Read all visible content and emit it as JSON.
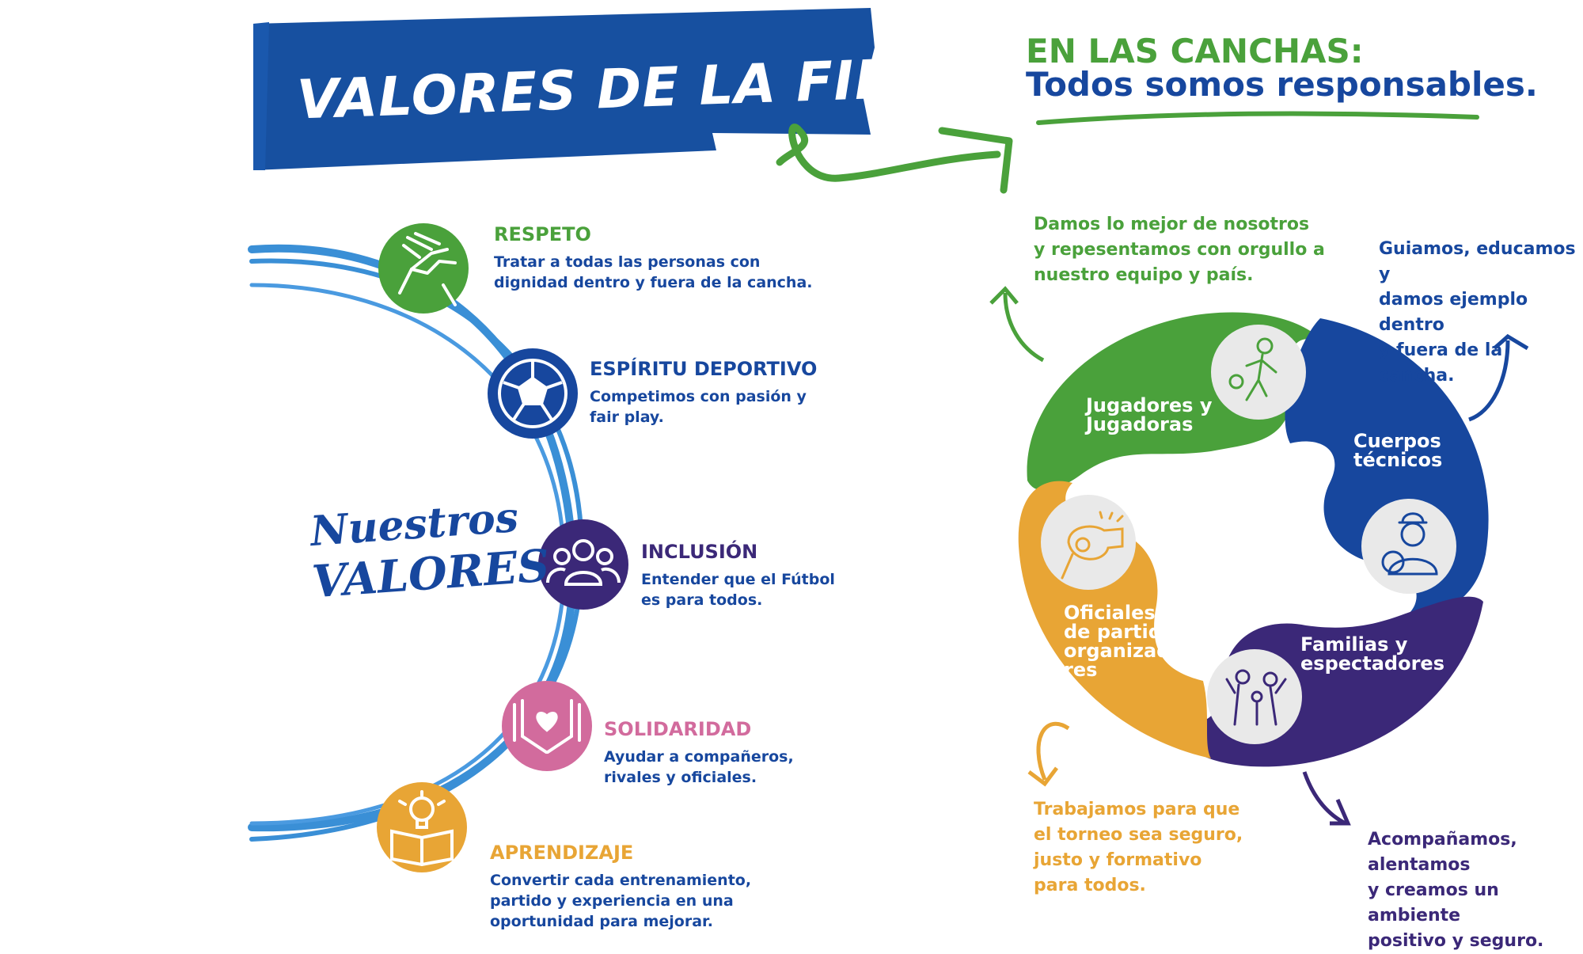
{
  "banner": {
    "title": "VALORES DE LA FIESTA"
  },
  "heading": {
    "line1": "EN LAS CANCHAS:",
    "line2": "Todos somos responsables."
  },
  "nuestros": {
    "line1": "Nuestros",
    "line2": "VALORES"
  },
  "values": [
    {
      "title": "RESPETO",
      "desc": [
        "Tratar a todas las personas con",
        "dignidad dentro y fuera de la cancha."
      ],
      "color": "#4aa13b",
      "icon": "handshake-icon"
    },
    {
      "title": "ESPÍRITU DEPORTIVO",
      "desc": [
        "Competimos con pasión y",
        "fair play."
      ],
      "color": "#17479e",
      "icon": "soccer-ball-icon"
    },
    {
      "title": "INCLUSIÓN",
      "desc": [
        "Entender que el Fútbol",
        "es para todos."
      ],
      "color": "#3b2878",
      "icon": "group-people-icon"
    },
    {
      "title": "SOLIDARIDAD",
      "desc": [
        "Ayudar a compañeros,",
        "rivales y oficiales."
      ],
      "color": "#d26b9d",
      "icon": "hands-heart-icon"
    },
    {
      "title": "APRENDIZAJE",
      "desc": [
        "Convertir cada entrenamiento,",
        "partido y experiencia en una",
        "oportunidad para mejorar."
      ],
      "color": "#e8a535",
      "icon": "book-lightbulb-icon"
    }
  ],
  "roles": [
    {
      "label": [
        "Jugadores y",
        "Jugadoras"
      ],
      "desc": [
        "Damos lo mejor de nosotros",
        "y repesentamos con orgullo a",
        "nuestro equipo y país."
      ],
      "color": "#4aa13b",
      "icon": "soccer-player-icon"
    },
    {
      "label": [
        "Cuerpos",
        "técnicos"
      ],
      "desc": [
        "Guiamos, educamos y",
        "damos ejemplo dentro",
        "y fuera de la cancha."
      ],
      "color": "#17479e",
      "icon": "coach-icon"
    },
    {
      "label": [
        "Familias y",
        "espectadores"
      ],
      "desc": [
        "Acompañamos,",
        "alentamos",
        "y creamos un ambiente",
        "positivo y seguro."
      ],
      "color": "#3b2878",
      "icon": "family-icon"
    },
    {
      "label": [
        "Oficiales",
        "de partido y",
        "organizado",
        "res"
      ],
      "desc": [
        "Trabajamos para que",
        "el torneo sea seguro,",
        "justo y formativo",
        "para todos."
      ],
      "color": "#e8a535",
      "icon": "whistle-icon"
    }
  ]
}
